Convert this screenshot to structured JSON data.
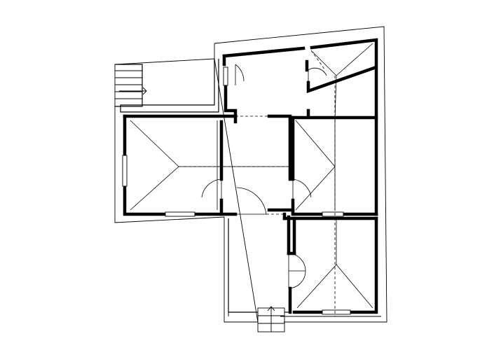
{
  "diagram": {
    "type": "architectural-floor-plan",
    "rooms": [
      {
        "id": "entry-hall"
      },
      {
        "id": "storage-room"
      },
      {
        "id": "room-west"
      },
      {
        "id": "room-east"
      },
      {
        "id": "room-south-east"
      },
      {
        "id": "central-hall"
      },
      {
        "id": "corridor"
      }
    ],
    "stairs": [
      {
        "id": "stair-north-west",
        "steps": 5
      },
      {
        "id": "stair-south",
        "steps": 3
      }
    ],
    "colors": {
      "line": "#000000",
      "background": "#ffffff"
    }
  }
}
